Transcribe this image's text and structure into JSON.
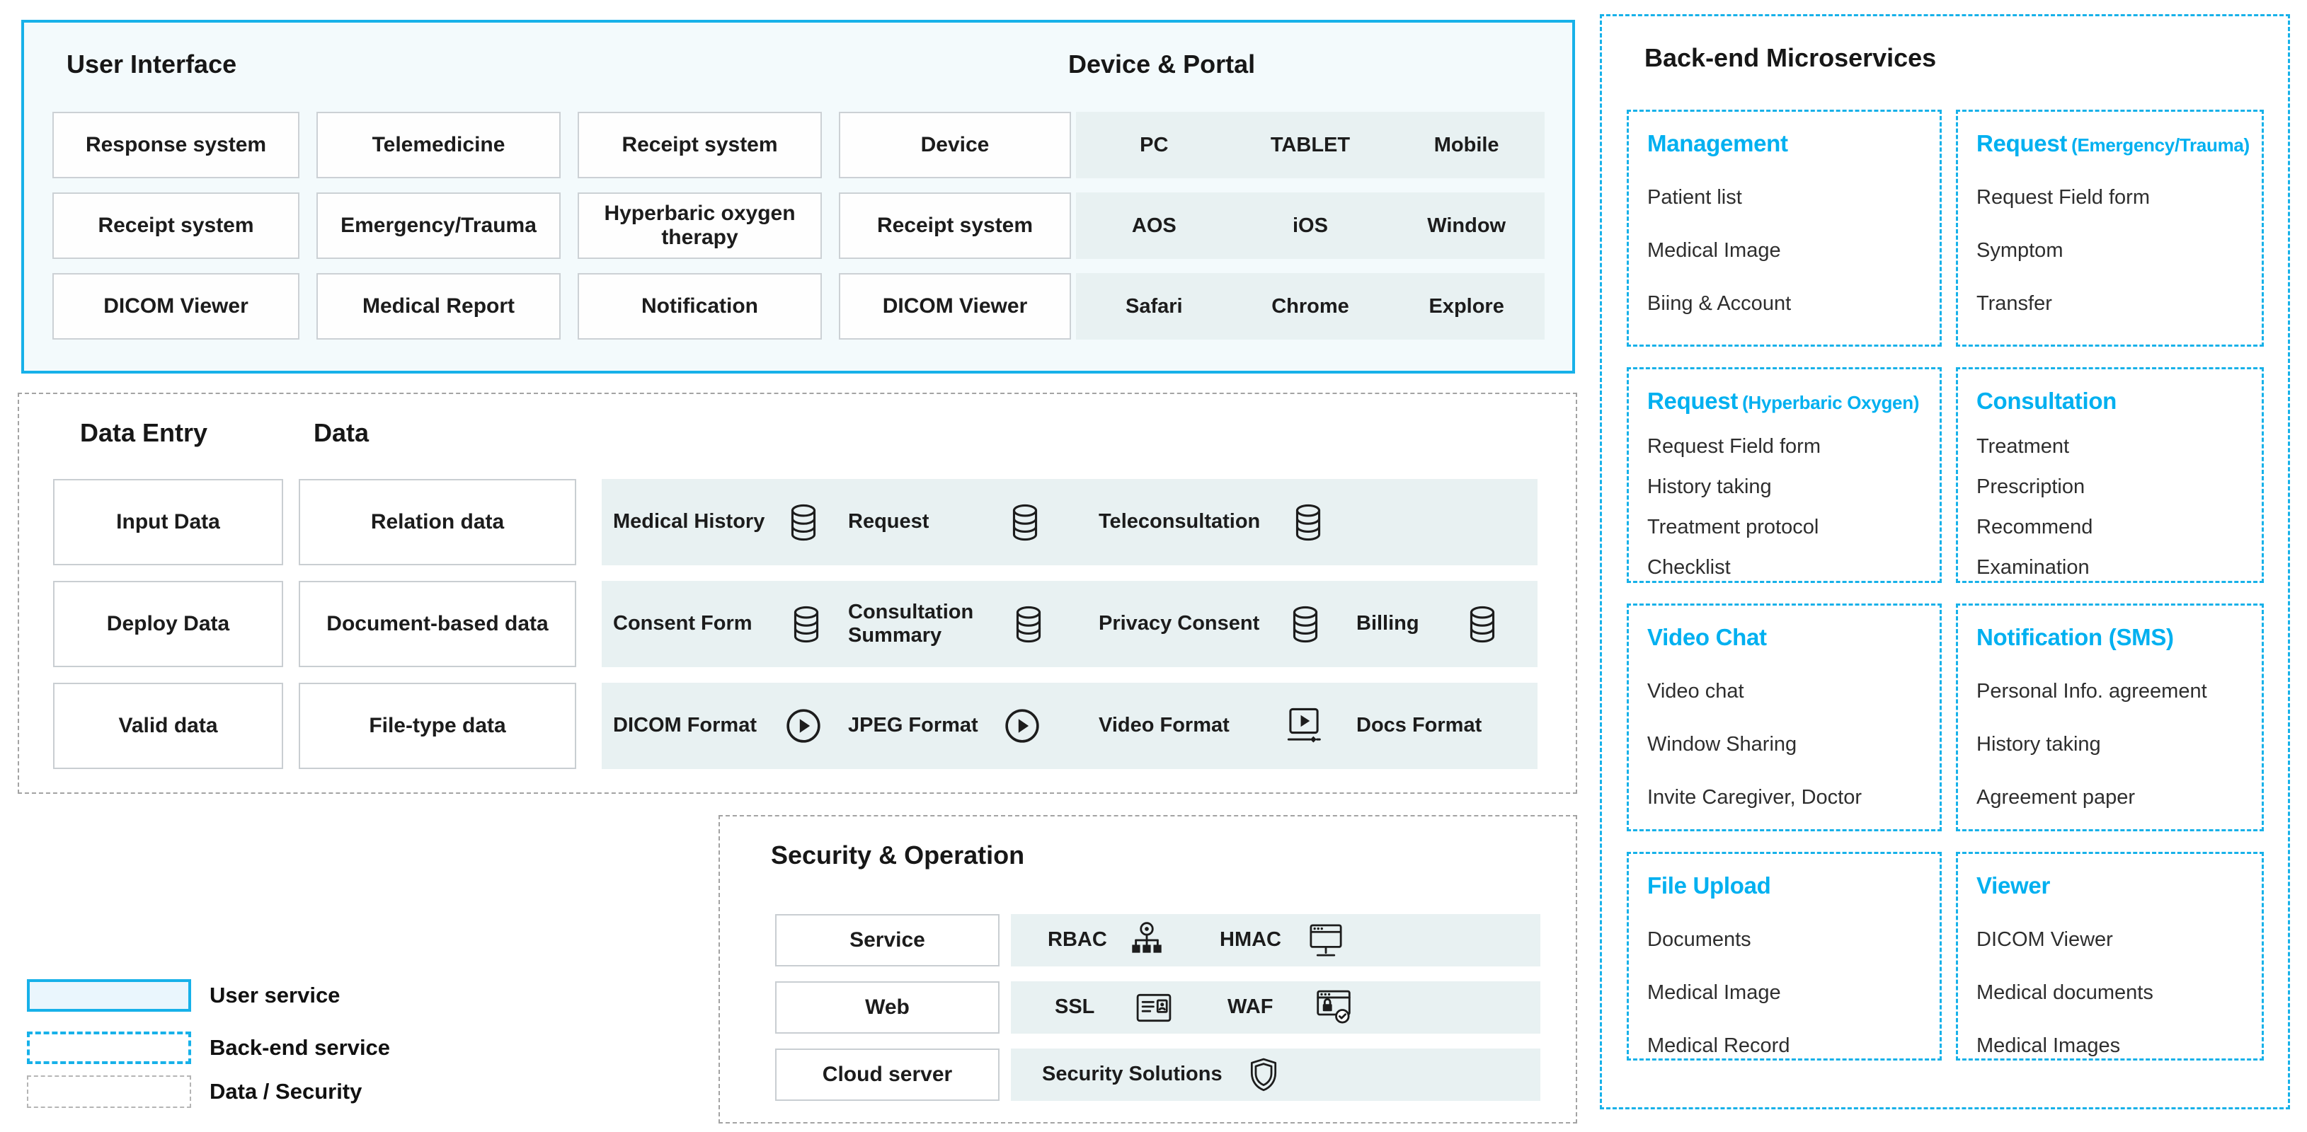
{
  "palette": {
    "accent": "#17b1e9",
    "card_title_cyan": "#00b0f0",
    "band_fill": "#e8f1f2",
    "ui_panel_fill": "#f3fafc"
  },
  "user_interface": {
    "title": "User Interface",
    "buttons": [
      [
        "Response system",
        "Telemedicine",
        "Receipt system",
        "Device"
      ],
      [
        "Receipt system",
        "Emergency/Trauma",
        "Hyperbaric oxygen therapy",
        "Receipt system"
      ],
      [
        "DICOM Viewer",
        "Medical Report",
        "Notification",
        "DICOM Viewer"
      ]
    ]
  },
  "device_portal": {
    "title": "Device & Portal",
    "rows": [
      [
        "PC",
        "TABLET",
        "Mobile"
      ],
      [
        "AOS",
        "iOS",
        "Window"
      ],
      [
        "Safari",
        "Chrome",
        "Explore"
      ]
    ]
  },
  "data_section": {
    "entry_title": "Data Entry",
    "data_title": "Data",
    "entry_buttons": [
      "Input Data",
      "Deploy Data",
      "Valid data"
    ],
    "data_buttons": [
      "Relation data",
      "Document-based data",
      "File-type data"
    ],
    "bands": [
      [
        {
          "label": "Medical History",
          "icon": "database"
        },
        {
          "label": "Request",
          "icon": "database"
        },
        {
          "label": "Teleconsultation",
          "icon": "database"
        }
      ],
      [
        {
          "label": "Consent Form",
          "icon": "database"
        },
        {
          "label": "Consultation Summary",
          "icon": "database"
        },
        {
          "label": "Privacy Consent",
          "icon": "database"
        },
        {
          "label": "Billing",
          "icon": "database"
        }
      ],
      [
        {
          "label": "DICOM Format",
          "icon": "play"
        },
        {
          "label": "JPEG Format",
          "icon": "play"
        },
        {
          "label": "Video Format",
          "icon": "video-player"
        },
        {
          "label": "Docs Format",
          "icon": null
        }
      ]
    ]
  },
  "security": {
    "title": "Security & Operation",
    "servers": [
      "Service",
      "Web",
      "Cloud server"
    ],
    "rows": [
      [
        {
          "label": "RBAC",
          "icon": "rbac"
        },
        {
          "label": "HMAC",
          "icon": "hmac"
        }
      ],
      [
        {
          "label": "SSL",
          "icon": "ssl"
        },
        {
          "label": "WAF",
          "icon": "waf"
        }
      ],
      [
        {
          "label": "Security Solutions",
          "icon": "shield"
        }
      ]
    ]
  },
  "backend": {
    "title": "Back-end Microservices",
    "cards": [
      {
        "title": "Management",
        "suffix": "",
        "items": [
          "Patient list",
          "Medical Image",
          "Biing & Account"
        ]
      },
      {
        "title": "Request",
        "suffix": "(Emergency/Trauma)",
        "items": [
          "Request Field form",
          "Symptom",
          "Transfer"
        ]
      },
      {
        "title": "Request",
        "suffix": "(Hyperbaric Oxygen)",
        "items": [
          "Request Field form",
          "History taking",
          "Treatment protocol",
          "Checklist"
        ]
      },
      {
        "title": "Consultation",
        "suffix": "",
        "items": [
          "Treatment",
          "Prescription",
          "Recommend",
          "Examination"
        ]
      },
      {
        "title": "Video Chat",
        "suffix": "",
        "items": [
          "Video chat",
          "Window Sharing",
          "Invite Caregiver, Doctor"
        ]
      },
      {
        "title": "Notification (SMS)",
        "suffix": "",
        "items": [
          "Personal Info. agreement",
          "History taking",
          "Agreement paper"
        ]
      },
      {
        "title": "File Upload",
        "suffix": "",
        "items": [
          "Documents",
          "Medical Image",
          "Medical Record"
        ]
      },
      {
        "title": "Viewer",
        "suffix": "",
        "items": [
          "DICOM Viewer",
          "Medical documents",
          "Medical Images"
        ]
      }
    ]
  },
  "legend": {
    "items": [
      {
        "label": "User service",
        "type": "user"
      },
      {
        "label": "Back-end service",
        "type": "backend"
      },
      {
        "label": "Data / Security",
        "type": "data"
      }
    ]
  }
}
